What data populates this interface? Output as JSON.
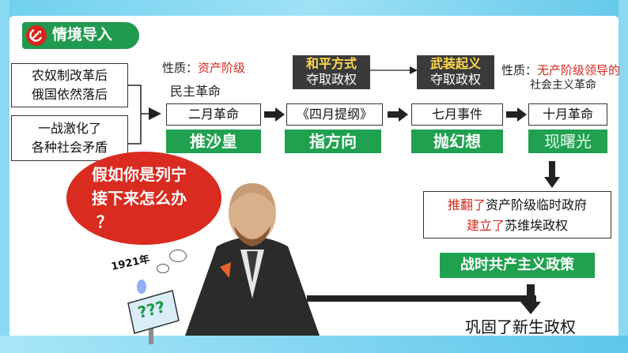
{
  "header": {
    "title": "情境导入",
    "icon": "hammer-sickle-icon"
  },
  "causes": [
    {
      "line1": "农奴制改革后",
      "line2": "俄国依然落后"
    },
    {
      "line1": "一战激化了",
      "line2": "各种社会矛盾"
    }
  ],
  "nature_left": {
    "prefix": "性质：",
    "highlight": "资产阶级",
    "line2": "民主革命"
  },
  "nature_right": {
    "prefix": "性质：",
    "highlight": "无产阶级领导的",
    "line2": "社会主义革命"
  },
  "methods": [
    {
      "line1": "和平方式",
      "line2": "夺取政权"
    },
    {
      "line1": "武装起义",
      "line2": "夺取政权"
    }
  ],
  "events": [
    "二月革命",
    "《四月提纲》",
    "七月事件",
    "十月革命"
  ],
  "results": [
    "推沙皇",
    "指方向",
    "抛幻想",
    "现曙光"
  ],
  "outcome": {
    "verb1": "推翻了",
    "rest1": "资产阶级临时政府",
    "verb2": "建立了",
    "rest2": "苏维埃政权"
  },
  "policy": "战时共产主义政策",
  "final": "巩固了新生政权",
  "bubble": {
    "line1": "假如你是列宁",
    "line2": "接下来怎么办",
    "line3": "？"
  },
  "thought_year": "1921年",
  "sign_text": "???",
  "colors": {
    "green": "#1fa14f",
    "red": "#d42a1f",
    "frame": "#8ad8f2"
  }
}
